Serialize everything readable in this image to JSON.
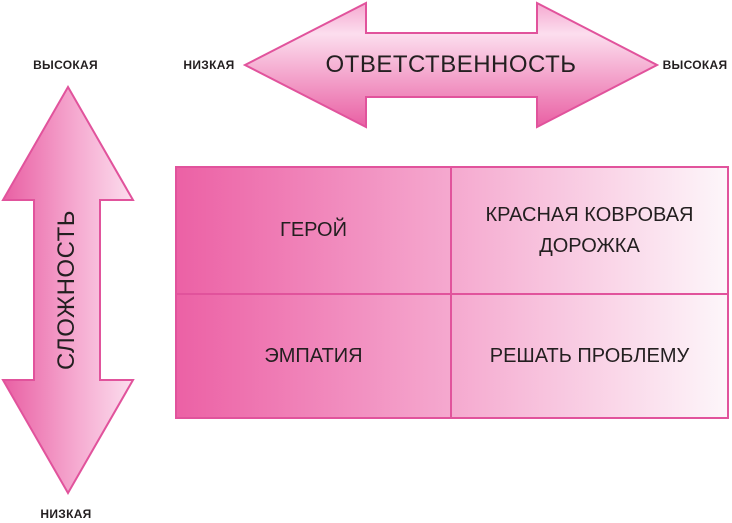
{
  "diagram_title": "quadrant matrix: responsibility vs complexity",
  "colors": {
    "background": "#ffffff",
    "stroke": "#e1539c",
    "arrow_dark": "#e95fa3",
    "arrow_mid": "#f5a8cf",
    "arrow_light": "#fcdeee",
    "grid_left": "#ec61a5",
    "grid_mid": "#f5a9cf",
    "grid_right": "#fdf6fa",
    "text": "#231f20"
  },
  "horizontal_axis": {
    "label": "ОТВЕТСТВЕННОСТЬ",
    "left_label": "НИЗКАЯ",
    "right_label": "ВЫСОКАЯ"
  },
  "vertical_axis": {
    "label": "СЛОЖНОСТЬ",
    "top_label": "ВЫСОКАЯ",
    "bottom_label": "НИЗКАЯ"
  },
  "quadrants": {
    "top_left": "ГЕРОЙ",
    "top_right": "КРАСНАЯ КОВРОВАЯ ДОРОЖКА",
    "bottom_left": "ЭМПАТИЯ",
    "bottom_right": "РЕШАТЬ ПРОБЛЕМУ"
  }
}
